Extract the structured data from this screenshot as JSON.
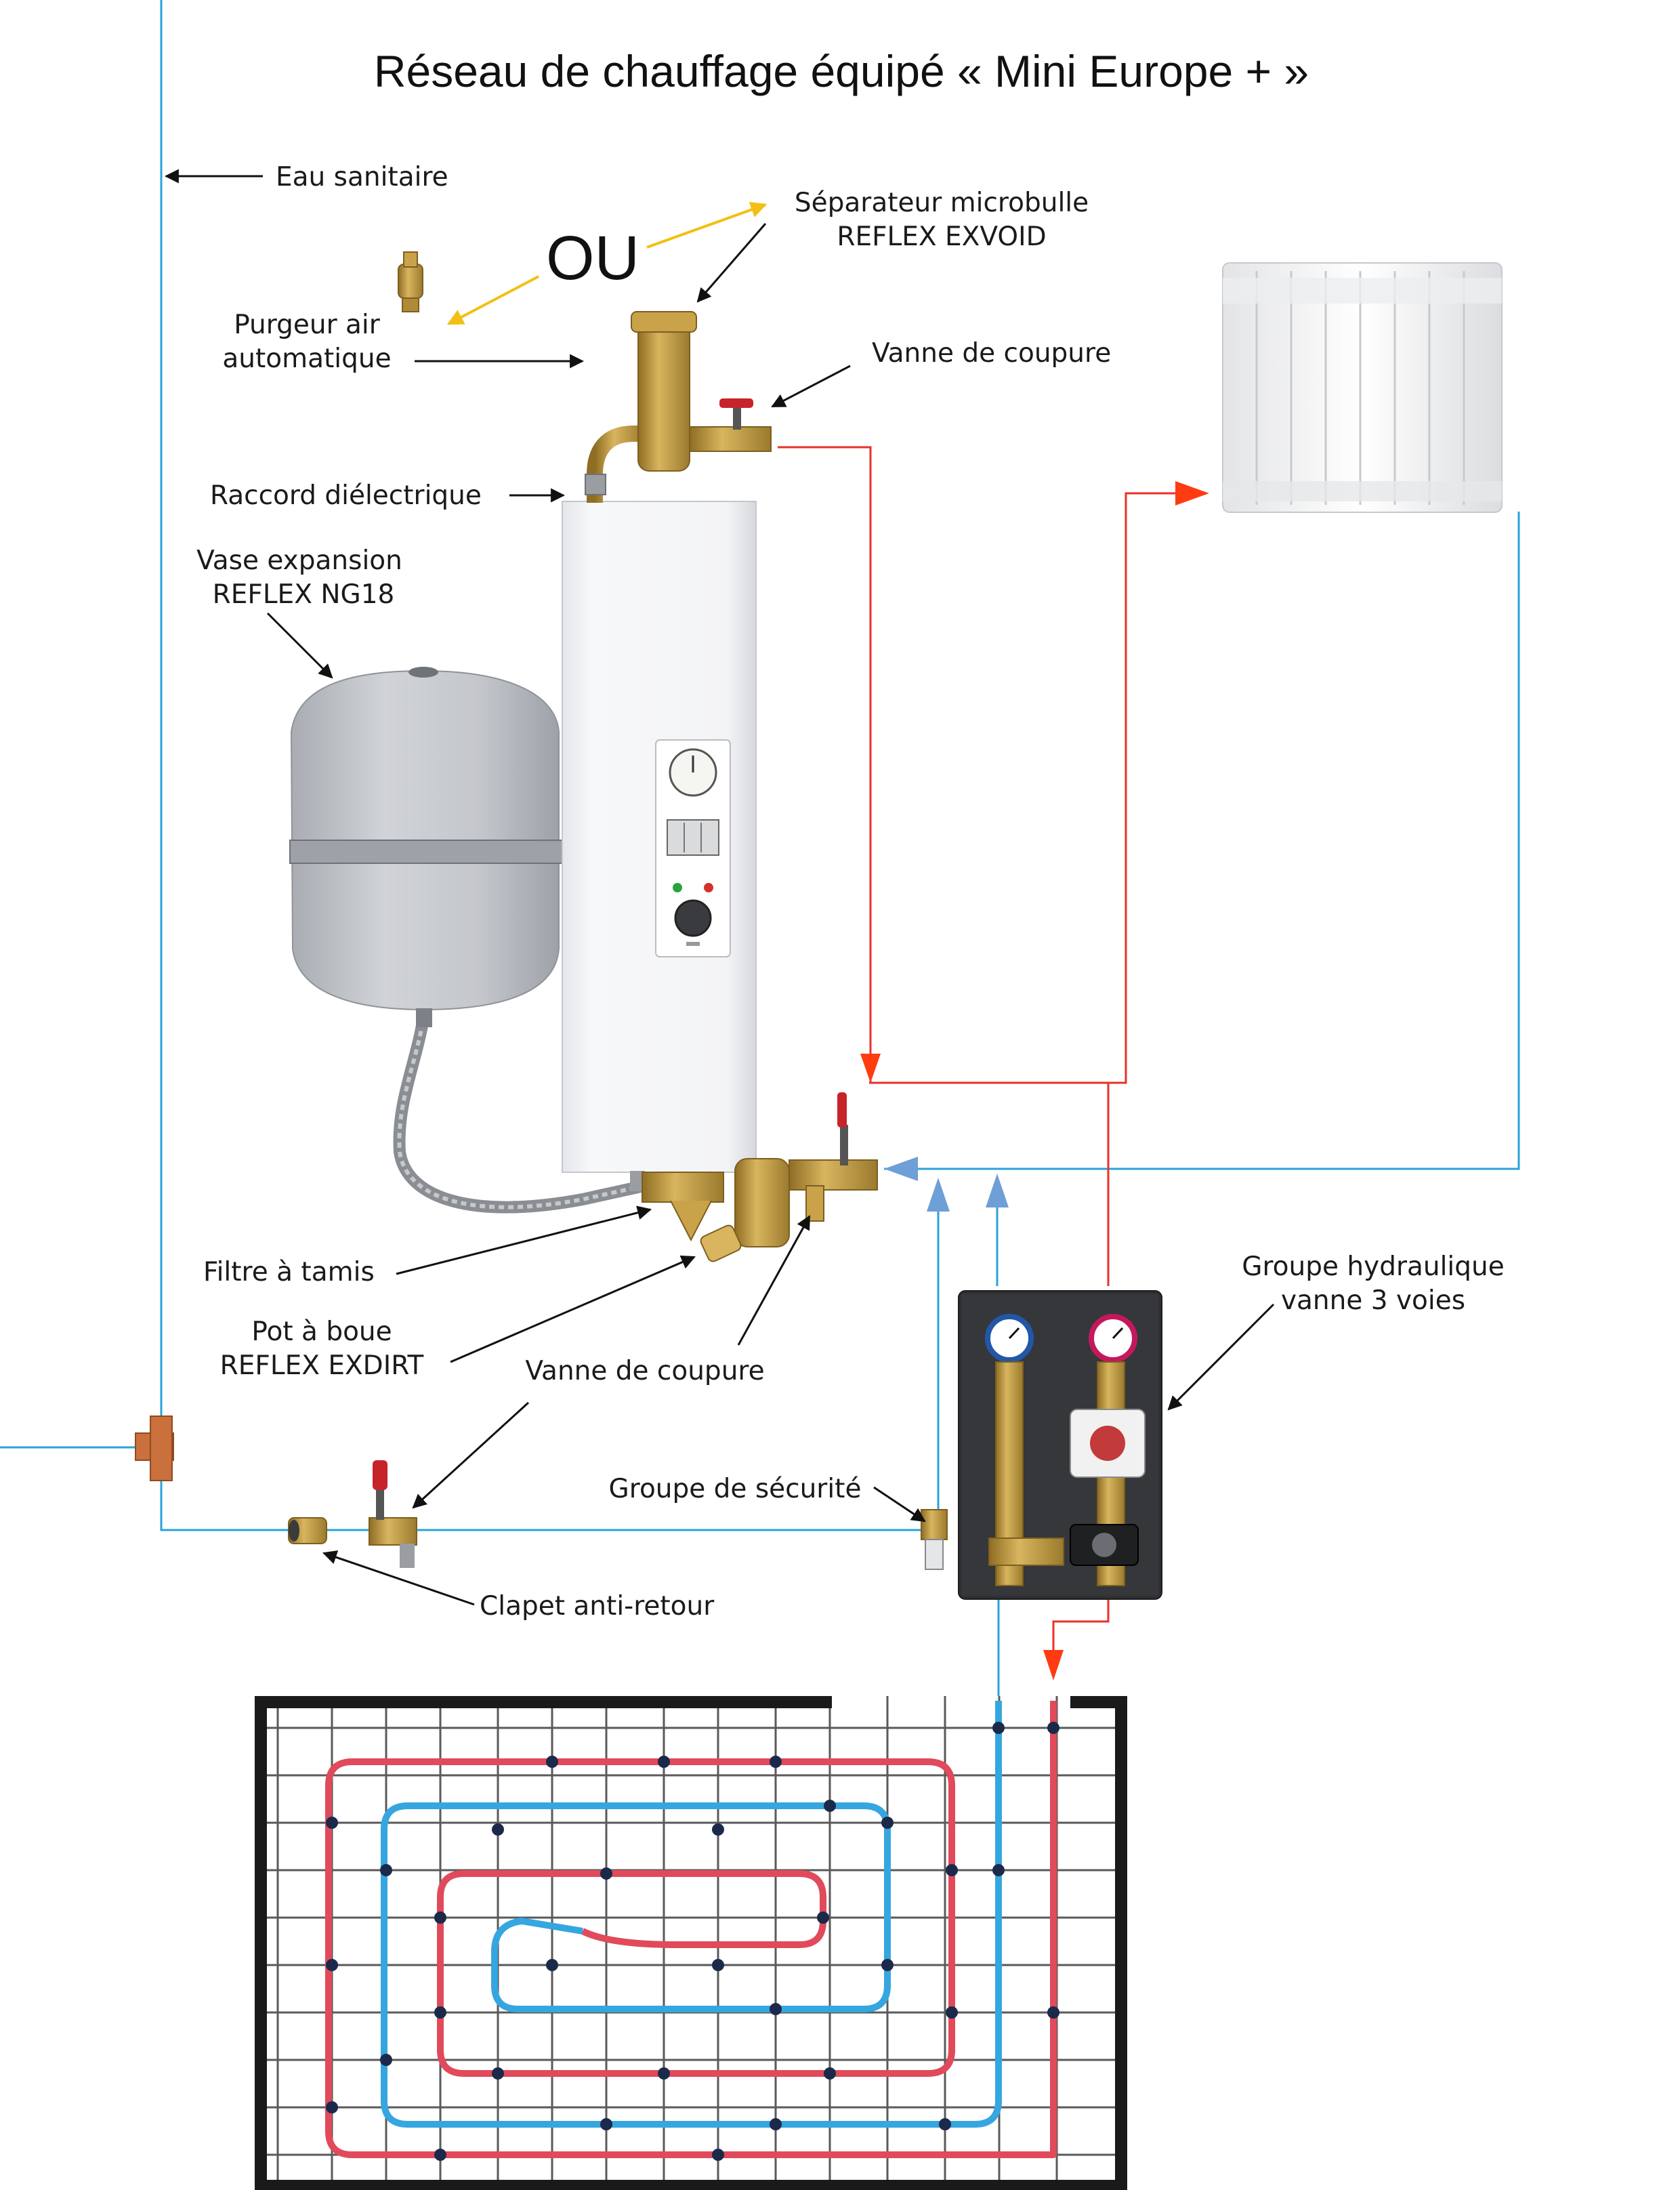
{
  "title": "Réseau de chauffage équipé « Mini Europe + »",
  "labels": {
    "eau_sanitaire": "Eau sanitaire",
    "separateur_1": "Séparateur microbulle",
    "separateur_2": "REFLEX EXVOID",
    "ou": "OU",
    "purgeur_1": "Purgeur air",
    "purgeur_2": "automatique",
    "vanne_haut": "Vanne de coupure",
    "raccord": "Raccord diélectrique",
    "vase_1": "Vase expansion",
    "vase_2": "REFLEX NG18",
    "filtre": "Filtre à tamis",
    "pot_1": "Pot à boue",
    "pot_2": "REFLEX EXDIRT",
    "vanne_bas": "Vanne de coupure",
    "groupe_hydr_1": "Groupe hydraulique",
    "groupe_hydr_2": "vanne 3 voies",
    "groupe_secu": "Groupe de sécurité",
    "clapet": "Clapet anti-retour"
  },
  "colors": {
    "hot_pipe": "#e8312a",
    "cold_pipe": "#2aa3d9",
    "arrow_red": "#ff3b12",
    "arrow_blue": "#6e9fd6",
    "arrow_yellow": "#f2c012",
    "brass": "#c9a24a",
    "boiler_body": "#f3f4f6",
    "vessel_grey": "#c3c6cb",
    "grid_line": "#555555",
    "floor_frame": "#1a1a1a"
  },
  "icons": {
    "boiler": "electric-boiler-icon",
    "radiator": "radiator-icon",
    "expansion_vessel": "expansion-vessel-icon",
    "valve": "shutoff-valve-icon",
    "pump_group": "pump-group-icon"
  }
}
